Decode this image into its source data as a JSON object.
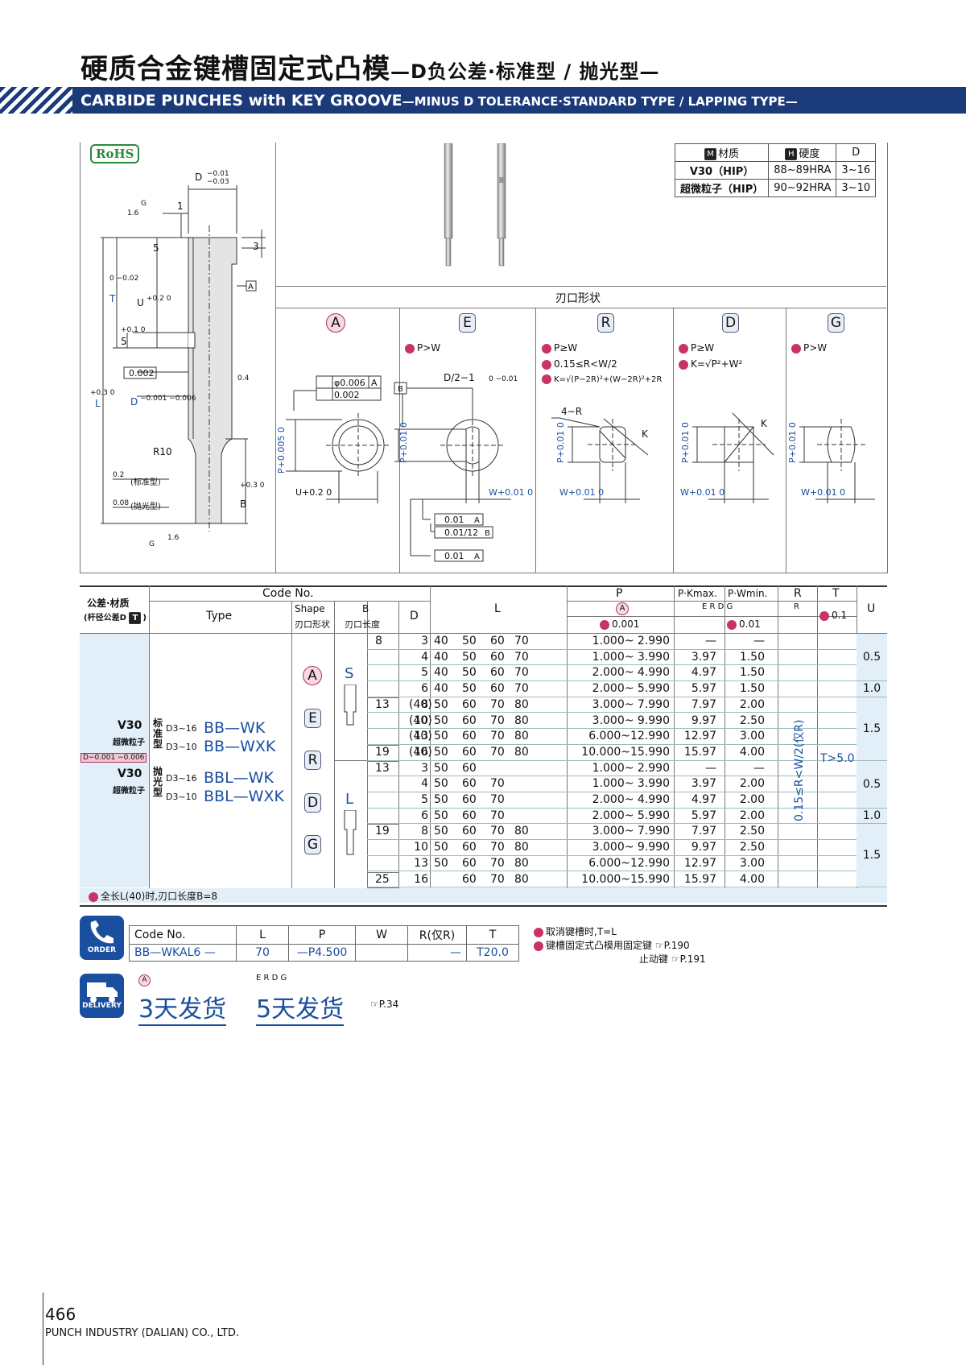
{
  "title": {
    "cn_main": "硬质合金键槽固定式凸模",
    "cn_sub": "—D负公差·标准型 / 抛光型—",
    "en_main": "CARBIDE PUNCHES with KEY GROOVE",
    "en_sub": "—MINUS D TOLERANCE·STANDARD TYPE / LAPPING TYPE—"
  },
  "rohs": "RoHS",
  "drawing": {
    "d_tol_upper": "−0.01",
    "d_tol_lower": "−0.03",
    "d_label": "D",
    "dim_1": "1",
    "dim_5": "5",
    "dim_3": "3",
    "dim_5b": "5",
    "dim_5b_tol": "+0.1 0",
    "rough_16": "1.6",
    "rough_g": "G",
    "rough_04": "0.4",
    "datum_a": "A",
    "t_label": "T",
    "t_tol": "0 −0.02",
    "u_label": "U",
    "u_tol": "+0.2 0",
    "l_label": "L",
    "l_tol": "+0.3 0",
    "flat": "0.002",
    "d2_label": "D",
    "d2_tol": "−0.001 −0.006",
    "r10": "R10",
    "b_label": "B",
    "b_tol": "+0.3 0",
    "r02": "0.2",
    "r008": "0.08",
    "std": "(标准型)",
    "lap": "(抛光型)"
  },
  "materials": {
    "headers": [
      "材质",
      "硬度",
      "D"
    ],
    "header_icons": [
      "M",
      "H"
    ],
    "rows": [
      [
        "V30（HIP）",
        "88~89HRA",
        "3~16"
      ],
      [
        "超微粒子（HIP）",
        "90~92HRA",
        "3~10"
      ]
    ]
  },
  "edge_shape_title": "刃口形状",
  "shapes": [
    {
      "key": "A",
      "note": ""
    },
    {
      "key": "E",
      "note": "P>W"
    },
    {
      "key": "R",
      "note": "P≥W",
      "note2": "0.15≤R<W/2",
      "note3": "K=√(P−2R)²+(W−2R)²+2R"
    },
    {
      "key": "D",
      "note": "P≥W",
      "note2": "K=√P²+W²"
    },
    {
      "key": "G",
      "note": "P>W"
    }
  ],
  "shape_labels": {
    "p_tol_a": "P+0.005 0",
    "u_tol": "U+0.2 0",
    "conc": "φ0.006",
    "flat": "0.002",
    "datum_a": "A",
    "b_ref": "B",
    "d_half": "D/2−1",
    "d_half_tol": "0 −0.01",
    "p_tol": "P+0.01 0",
    "w_tol": "W+0.01 0",
    "four_r": "4−R",
    "k": "K",
    "tol1": "0.01",
    "tol2": "0.01/12",
    "tol3": "0.01"
  },
  "table": {
    "h_code": "Code No.",
    "h_tol": "公差·材质",
    "h_tol_sub": "(杆径公差D",
    "h_tol_icon": "T",
    "h_type": "Type",
    "h_shape": "Shape",
    "h_shape_sub": "刃口形状",
    "h_b": "B",
    "h_b_sub": "刃口长度",
    "h_d": "D",
    "h_l": "L",
    "h_p": "P",
    "h_pk": "P·Kmax.",
    "h_pw": "P·Wmin.",
    "h_r": "R",
    "h_t": "T",
    "h_u": "U",
    "p_shape": "A",
    "pk_shapes": [
      "E",
      "R",
      "D",
      "G"
    ],
    "r_shape": "R",
    "p_inc": "0.001",
    "pw_inc": "0.01",
    "t_inc": "0.1",
    "mat1": "V30",
    "mat1_sub": "超微粒子",
    "mat2": "V30",
    "mat2_sub": "超微粒子",
    "d_tol_badge": "D−0.001 −0.006",
    "type_std": "标准型",
    "type_lap": "抛光型",
    "range_1": "D3~16",
    "range_2": "D3~10",
    "codes": [
      "BB—WK",
      "BB—WXK",
      "BBL—WK",
      "BBL—WXK"
    ],
    "shapes": [
      "A",
      "E",
      "R",
      "D",
      "G"
    ],
    "s_label": "S",
    "l_label": "L",
    "r_formula": "0.15≤R<W/2(仅R)",
    "t_formula": "T>5.0",
    "rows": [
      {
        "b": "8",
        "d": "3",
        "l": [
          "",
          "40",
          "50",
          "60",
          "70",
          ""
        ],
        "p": "1.000~ 2.990",
        "pk": "—",
        "pw": "—",
        "u": "0.5"
      },
      {
        "b": "",
        "d": "4",
        "l": [
          "",
          "40",
          "50",
          "60",
          "70",
          ""
        ],
        "p": "1.000~ 3.990",
        "pk": "3.97",
        "pw": "1.50",
        "u": ""
      },
      {
        "b": "",
        "d": "5",
        "l": [
          "",
          "40",
          "50",
          "60",
          "70",
          ""
        ],
        "p": "2.000~ 4.990",
        "pk": "4.97",
        "pw": "1.50",
        "u": ""
      },
      {
        "b": "",
        "d": "6",
        "l": [
          "",
          "40",
          "50",
          "60",
          "70",
          ""
        ],
        "p": "2.000~ 5.990",
        "pk": "5.97",
        "pw": "1.50",
        "u": "1.0"
      },
      {
        "b": "13",
        "d": "8",
        "l": [
          "(40)",
          "50",
          "60",
          "70",
          "80"
        ],
        "p": "3.000~ 7.990",
        "pk": "7.97",
        "pw": "2.00",
        "u": "1.5"
      },
      {
        "b": "",
        "d": "10",
        "l": [
          "(40)",
          "50",
          "60",
          "70",
          "80"
        ],
        "p": "3.000~ 9.990",
        "pk": "9.97",
        "pw": "2.50",
        "u": ""
      },
      {
        "b": "",
        "d": "13",
        "l": [
          "(40)",
          "50",
          "60",
          "70",
          "80"
        ],
        "p": "6.000~12.990",
        "pk": "12.97",
        "pw": "3.00",
        "u": ""
      },
      {
        "b": "19",
        "d": "16",
        "l": [
          "(40)",
          "50",
          "60",
          "70",
          "80"
        ],
        "p": "10.000~15.990",
        "pk": "15.97",
        "pw": "4.00",
        "u": ""
      },
      {
        "b": "13",
        "d": "3",
        "l": [
          "",
          "50",
          "60",
          "",
          ""
        ],
        "p": "1.000~ 2.990",
        "pk": "—",
        "pw": "—",
        "u": "0.5"
      },
      {
        "b": "",
        "d": "4",
        "l": [
          "",
          "50",
          "60",
          "70",
          ""
        ],
        "p": "1.000~ 3.990",
        "pk": "3.97",
        "pw": "2.00",
        "u": ""
      },
      {
        "b": "",
        "d": "5",
        "l": [
          "",
          "50",
          "60",
          "70",
          ""
        ],
        "p": "2.000~ 4.990",
        "pk": "4.97",
        "pw": "2.00",
        "u": ""
      },
      {
        "b": "",
        "d": "6",
        "l": [
          "",
          "50",
          "60",
          "70",
          ""
        ],
        "p": "2.000~ 5.990",
        "pk": "5.97",
        "pw": "2.00",
        "u": "1.0"
      },
      {
        "b": "19",
        "d": "8",
        "l": [
          "",
          "50",
          "60",
          "70",
          "80"
        ],
        "p": "3.000~ 7.990",
        "pk": "7.97",
        "pw": "2.50",
        "u": "1.5"
      },
      {
        "b": "",
        "d": "10",
        "l": [
          "",
          "50",
          "60",
          "70",
          "80"
        ],
        "p": "3.000~ 9.990",
        "pk": "9.97",
        "pw": "2.50",
        "u": ""
      },
      {
        "b": "",
        "d": "13",
        "l": [
          "",
          "50",
          "60",
          "70",
          "80"
        ],
        "p": "6.000~12.990",
        "pk": "12.97",
        "pw": "3.00",
        "u": ""
      },
      {
        "b": "25",
        "d": "16",
        "l": [
          "",
          "",
          "60",
          "70",
          "80"
        ],
        "p": "10.000~15.990",
        "pk": "15.97",
        "pw": "4.00",
        "u": ""
      }
    ],
    "footnote": "全长L(40)时,刃口长度B=8"
  },
  "order": {
    "label": "ORDER",
    "headers": [
      "Code No.",
      "L",
      "P",
      "W",
      "R(仅R)",
      "T"
    ],
    "values": [
      "BB—WKAL6",
      "—",
      "70",
      "—P4.500",
      "",
      "—",
      "T20.0"
    ],
    "notes": [
      "取消键槽时,T=L",
      "键槽固定式凸模用固定键",
      "止动键"
    ],
    "refs": [
      "P.190",
      "P.191"
    ]
  },
  "delivery": {
    "label": "DELIVERY",
    "shape_a": "A",
    "shapes_b": [
      "E",
      "R",
      "D",
      "G"
    ],
    "days_a": "3天发货",
    "days_b": "5天发货",
    "ref": "P.34"
  },
  "footer": {
    "page": "466",
    "company": "PUNCH INDUSTRY (DALIAN) CO., LTD."
  }
}
